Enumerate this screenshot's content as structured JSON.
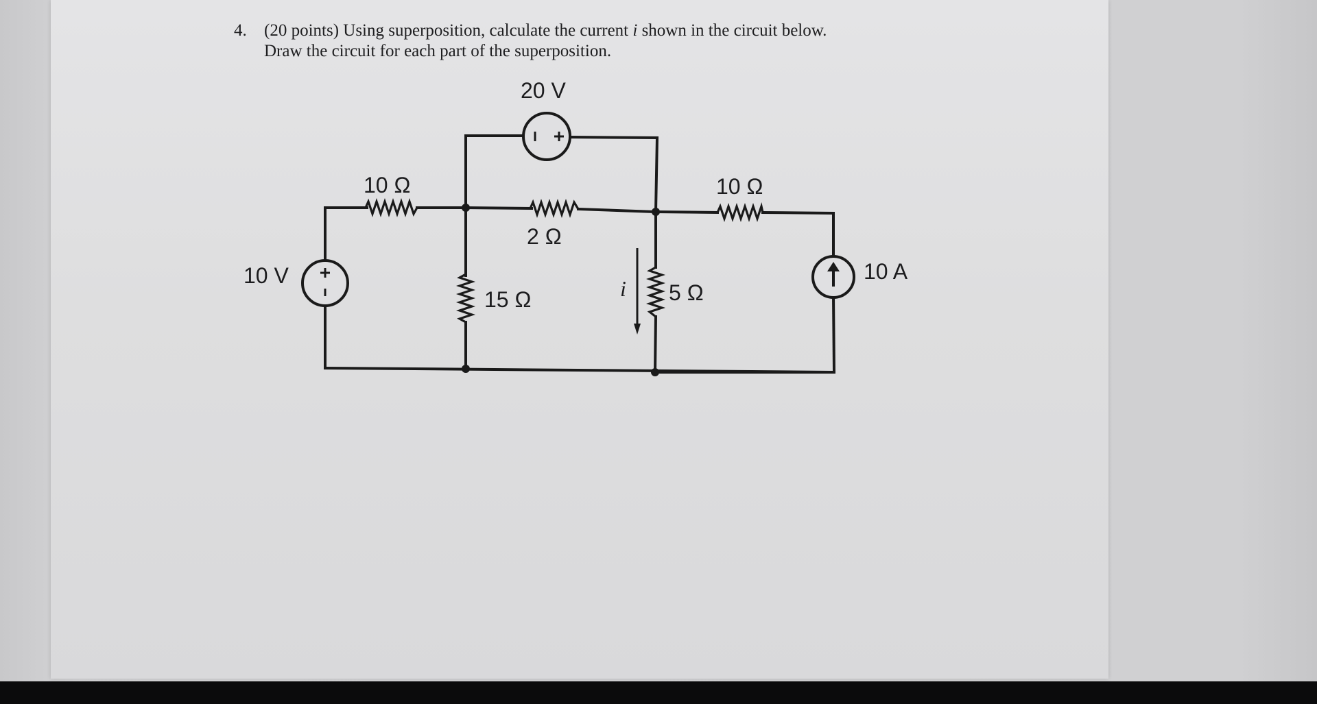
{
  "question": {
    "number": "4.",
    "line1_before": "(20 points) Using superposition, calculate the current ",
    "variable": "i",
    "line1_after": " shown in the circuit below.",
    "line2": "Draw the circuit for each part of the superposition."
  },
  "circuit": {
    "source_20v_label": "20 V",
    "source_10v_label": "10 V",
    "current_source_label": "10 A",
    "r_left_top_label": "10 Ω",
    "r_right_top_label": "10 Ω",
    "r_middle_label": "2 Ω",
    "r_15_label": "15 Ω",
    "r_5_label": "5 Ω",
    "current_label": "i",
    "plus_sign": "+",
    "minus_sign": "-",
    "left_minus_sign": "I"
  },
  "colors": {
    "ink": "#1a1a1a",
    "paper": "#e0e0e2",
    "background": "#d0d0d2"
  }
}
